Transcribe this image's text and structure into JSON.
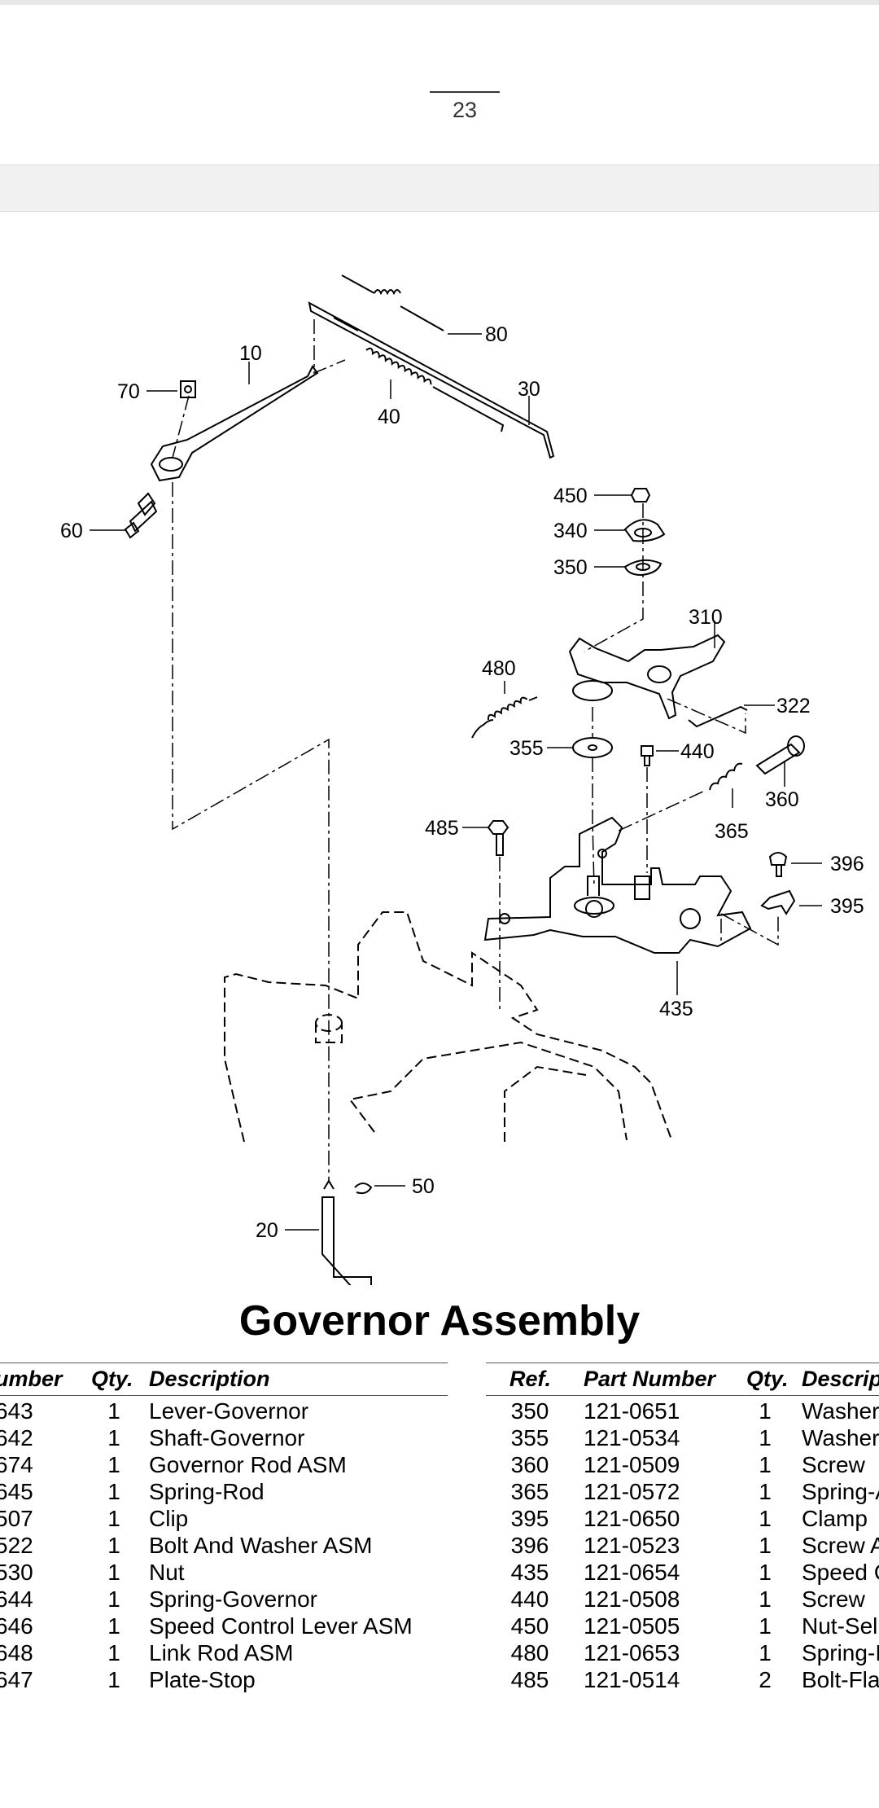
{
  "page_number": "23",
  "title": "Governor Assembly",
  "callouts": [
    "10",
    "20",
    "30",
    "40",
    "50",
    "60",
    "70",
    "80",
    "310",
    "322",
    "340",
    "350",
    "355",
    "360",
    "365",
    "395",
    "396",
    "435",
    "440",
    "450",
    "480",
    "485"
  ],
  "left_table": {
    "headers": [
      "umber",
      "Qty.",
      "Description"
    ],
    "rows": [
      [
        "643",
        "1",
        "Lever-Governor"
      ],
      [
        "642",
        "1",
        "Shaft-Governor"
      ],
      [
        "674",
        "1",
        "Governor Rod ASM"
      ],
      [
        "645",
        "1",
        "Spring-Rod"
      ],
      [
        "507",
        "1",
        "Clip"
      ],
      [
        "522",
        "1",
        "Bolt And Washer ASM"
      ],
      [
        "530",
        "1",
        "Nut"
      ],
      [
        "644",
        "1",
        "Spring-Governor"
      ],
      [
        "646",
        "1",
        "Speed Control Lever ASM"
      ],
      [
        "648",
        "1",
        "Link Rod ASM"
      ],
      [
        "647",
        "1",
        "Plate-Stop"
      ]
    ]
  },
  "right_table": {
    "headers": [
      "Ref.",
      "Part Number",
      "Qty.",
      "Descrip"
    ],
    "rows": [
      [
        "350",
        "121-0651",
        "1",
        "Washer"
      ],
      [
        "355",
        "121-0534",
        "1",
        "Washer"
      ],
      [
        "360",
        "121-0509",
        "1",
        "Screw"
      ],
      [
        "365",
        "121-0572",
        "1",
        "Spring-A"
      ],
      [
        "395",
        "121-0650",
        "1",
        "Clamp"
      ],
      [
        "396",
        "121-0523",
        "1",
        "Screw A"
      ],
      [
        "435",
        "121-0654",
        "1",
        "Speed C"
      ],
      [
        "440",
        "121-0508",
        "1",
        "Screw"
      ],
      [
        "450",
        "121-0505",
        "1",
        "Nut-Sel"
      ],
      [
        "480",
        "121-0653",
        "1",
        "Spring-I"
      ],
      [
        "485",
        "121-0514",
        "2",
        "Bolt-Fla"
      ]
    ]
  }
}
